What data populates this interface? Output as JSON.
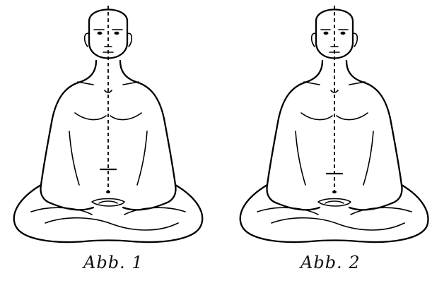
{
  "figures": [
    {
      "id": "abb-1",
      "caption": "Abb. 1"
    },
    {
      "id": "abb-2",
      "caption": "Abb. 2"
    }
  ],
  "ink_color": "#000000",
  "background_color": "#ffffff"
}
